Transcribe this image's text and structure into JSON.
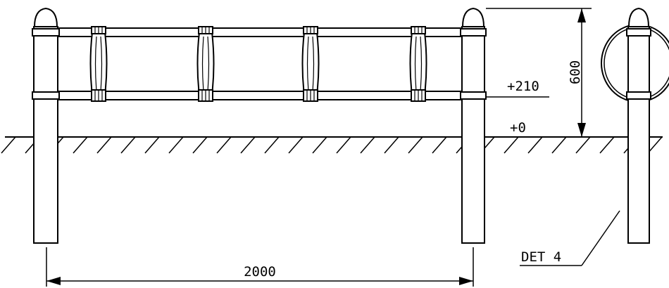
{
  "drawing": {
    "level_upper_label": "+210",
    "level_ground_label": "+0",
    "height_dimension_label": "600",
    "width_dimension_label": "2000",
    "detail_callout_label": "DET 4"
  }
}
